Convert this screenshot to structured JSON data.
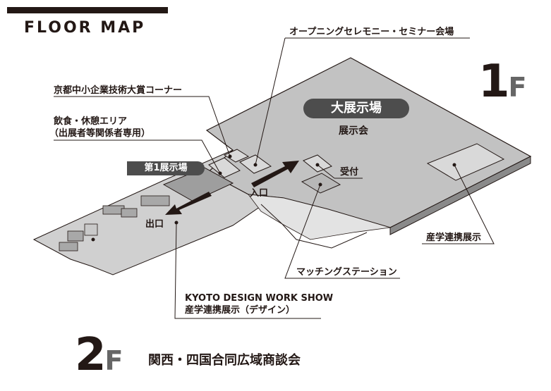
{
  "header": {
    "title": "FLOOR MAP"
  },
  "floors": {
    "f1": {
      "number": "1",
      "suffix": "F"
    },
    "f2": {
      "number": "2",
      "suffix": "F",
      "event": "関西・四国合同広域商談会"
    }
  },
  "halls": {
    "main_hall": {
      "name": "大展示場",
      "subtitle": "展示会"
    },
    "hall1": {
      "name": "第1展示場"
    }
  },
  "labels": {
    "opening": "オープニングセレモニー・セミナー会場",
    "kyoto": "京都中小企業技術大賞コーナー",
    "food_line1": "飲食・休憩エリア",
    "food_line2": "（出展者等関係者専用）",
    "reception": "受付",
    "entrance": "入口",
    "exit": "出口",
    "sangaku": "産学連携展示",
    "matching": "マッチングステーション",
    "kdws_line1": "KYOTO DESIGN WORK SHOW",
    "kdws_line2": "産学連携展示（デザイン）"
  },
  "colors": {
    "ink": "#231815",
    "floor": "#bdbdbd",
    "tag": "#4d4d4d"
  }
}
